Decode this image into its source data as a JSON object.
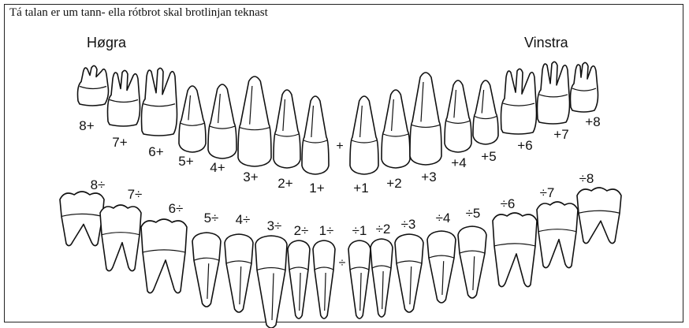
{
  "instruction": "Tá talan er um tann- ella rótbrot skal brotlinjan teknast",
  "labels": {
    "right": "Høgra",
    "left": "Vinstra"
  },
  "midline": {
    "upper": "+",
    "lower": "÷"
  },
  "upper_teeth": [
    {
      "label": "8+",
      "type": "molar"
    },
    {
      "label": "7+",
      "type": "molar"
    },
    {
      "label": "6+",
      "type": "molar"
    },
    {
      "label": "5+",
      "type": "premolar"
    },
    {
      "label": "4+",
      "type": "premolar"
    },
    {
      "label": "3+",
      "type": "canine"
    },
    {
      "label": "2+",
      "type": "incisor"
    },
    {
      "label": "1+",
      "type": "incisor"
    },
    {
      "label": "+1",
      "type": "incisor"
    },
    {
      "label": "+2",
      "type": "incisor"
    },
    {
      "label": "+3",
      "type": "canine"
    },
    {
      "label": "+4",
      "type": "premolar"
    },
    {
      "label": "+5",
      "type": "premolar"
    },
    {
      "label": "+6",
      "type": "molar"
    },
    {
      "label": "+7",
      "type": "molar"
    },
    {
      "label": "+8",
      "type": "molar"
    }
  ],
  "lower_teeth": [
    {
      "label": "8÷",
      "type": "molar"
    },
    {
      "label": "7÷",
      "type": "molar"
    },
    {
      "label": "6÷",
      "type": "molar"
    },
    {
      "label": "5÷",
      "type": "premolar"
    },
    {
      "label": "4÷",
      "type": "premolar"
    },
    {
      "label": "3÷",
      "type": "canine"
    },
    {
      "label": "2÷",
      "type": "incisor"
    },
    {
      "label": "1÷",
      "type": "incisor"
    },
    {
      "label": "÷1",
      "type": "incisor"
    },
    {
      "label": "÷2",
      "type": "incisor"
    },
    {
      "label": "÷3",
      "type": "canine"
    },
    {
      "label": "÷4",
      "type": "premolar"
    },
    {
      "label": "÷5",
      "type": "premolar"
    },
    {
      "label": "÷6",
      "type": "molar"
    },
    {
      "label": "÷7",
      "type": "molar"
    },
    {
      "label": "÷8",
      "type": "molar"
    }
  ]
}
